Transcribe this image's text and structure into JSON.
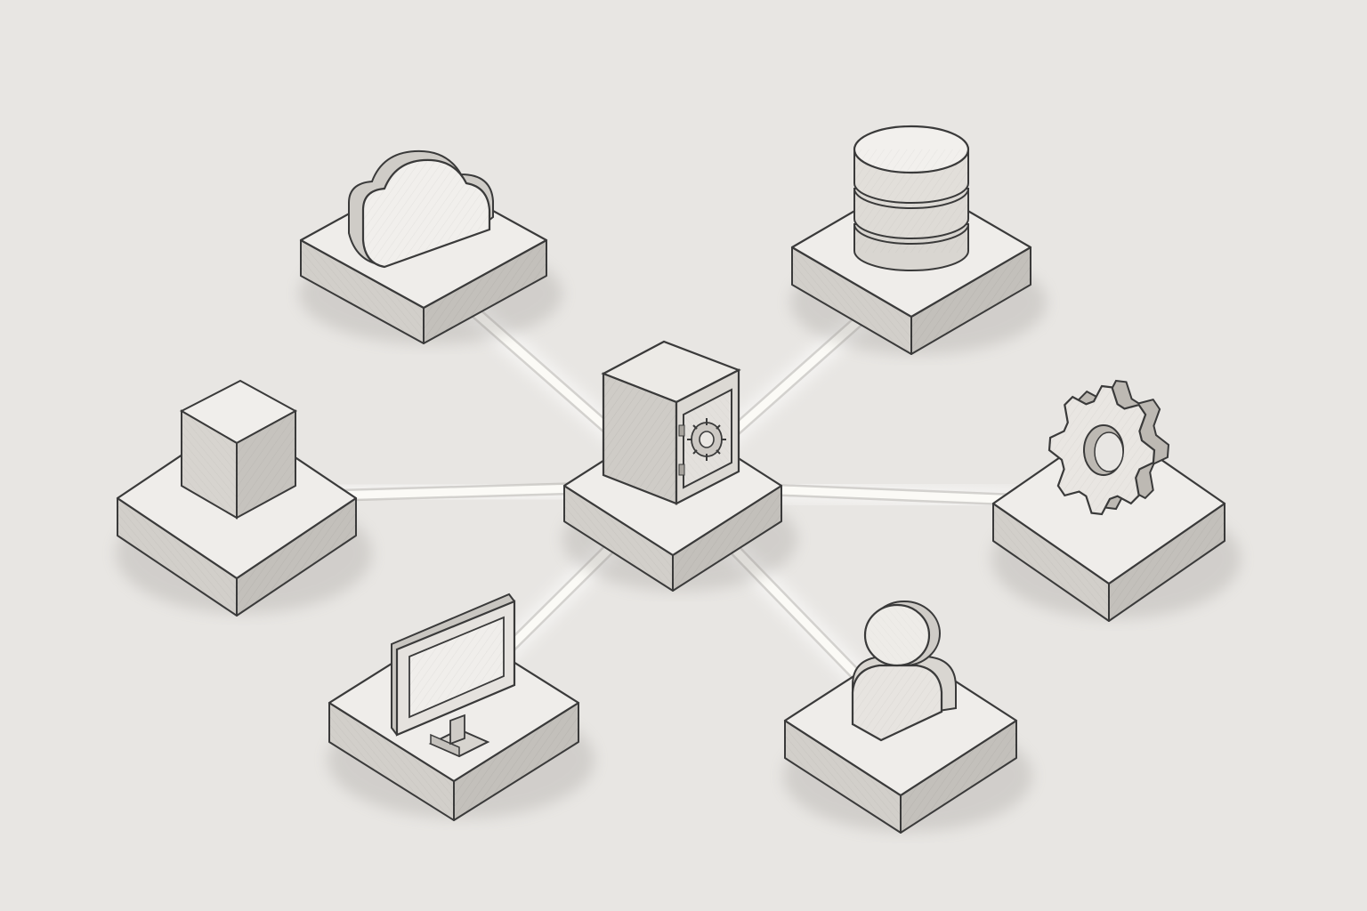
{
  "diagram": {
    "style": "pencil-sketch isometric",
    "colors": {
      "background": "#e8e6e3",
      "platform_top": "#efedea",
      "platform_left": "#d2cfca",
      "platform_right": "#c3c0bb",
      "stroke": "#3a3a3a",
      "connector_glow": "#fbfaf6",
      "icon_light": "#f1efec",
      "icon_mid": "#d9d6d1",
      "icon_dark": "#b9b5af"
    },
    "center_node": {
      "icon": "vault-safe-icon"
    },
    "nodes": [
      {
        "id": "cloud",
        "icon": "cloud-icon"
      },
      {
        "id": "database",
        "icon": "database-icon"
      },
      {
        "id": "cube",
        "icon": "cube-icon"
      },
      {
        "id": "gear",
        "icon": "gear-icon"
      },
      {
        "id": "monitor",
        "icon": "monitor-icon"
      },
      {
        "id": "user",
        "icon": "user-icon"
      }
    ],
    "connections": [
      [
        "vault",
        "cloud"
      ],
      [
        "vault",
        "database"
      ],
      [
        "vault",
        "cube"
      ],
      [
        "vault",
        "gear"
      ],
      [
        "vault",
        "monitor"
      ],
      [
        "vault",
        "user"
      ]
    ]
  }
}
